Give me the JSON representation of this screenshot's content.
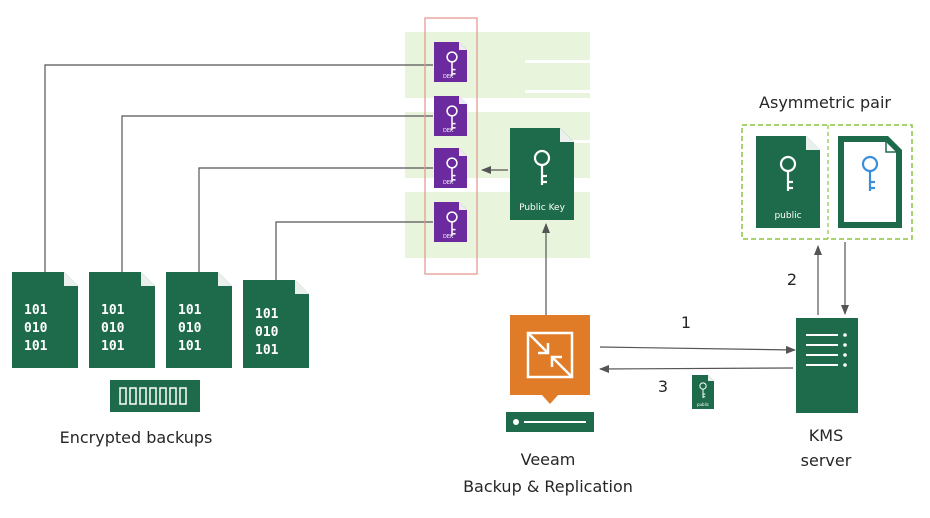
{
  "labels": {
    "encrypted_backups": "Encrypted backups",
    "veeam_line1": "Veeam",
    "veeam_line2": "Backup & Replication",
    "kms_line1": "KMS",
    "kms_line2": "server",
    "asymmetric_pair": "Asymmetric pair",
    "public_key": "Public Key",
    "public_tag": "public",
    "step_1": "1",
    "step_2": "2",
    "step_3": "3",
    "small_key_tag": "public"
  },
  "backup_files": [
    {
      "bits": [
        "101",
        "010",
        "101"
      ]
    },
    {
      "bits": [
        "101",
        "010",
        "101"
      ]
    },
    {
      "bits": [
        "101",
        "010",
        "101"
      ]
    },
    {
      "bits": [
        "101",
        "010",
        "101"
      ]
    }
  ],
  "encrypted_keys": [
    {
      "tag": "DEK"
    },
    {
      "tag": "DEK"
    },
    {
      "tag": "DEK"
    },
    {
      "tag": "DEK"
    }
  ],
  "colors": {
    "dark_green": "#1e6b4c",
    "purple": "#6b2b9e",
    "orange": "#e07b27",
    "light_green": "#e8f5dc",
    "red_border": "#e6928a",
    "pair_border": "#8cc63f",
    "connector": "#555555",
    "key_blue": "#3a8fd9"
  }
}
